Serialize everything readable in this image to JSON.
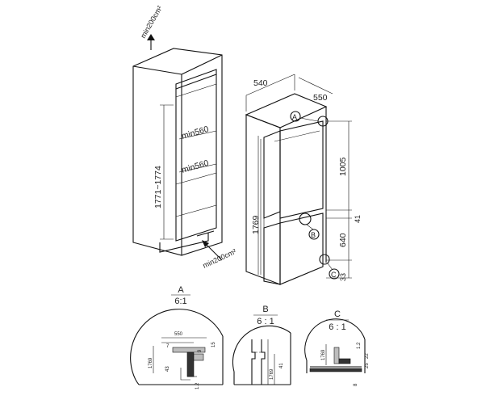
{
  "cabinet": {
    "vent_top": "min200cm²",
    "vent_bottom": "min200cm²",
    "height_range": "1771~1774",
    "depth_upper": "min560",
    "depth_lower": "min560"
  },
  "fridge": {
    "width": "540",
    "depth": "550",
    "height": "1769",
    "upper_door": "1005",
    "gap": "41",
    "lower_door": "640",
    "bottom_gap": "33",
    "callout_a": "A",
    "callout_b": "B",
    "callout_c": "C"
  },
  "details": {
    "a": {
      "title": "A",
      "scale": "6:1",
      "dim_550": "550",
      "dim_7": "7",
      "dim_9": "9",
      "dim_15": "15",
      "dim_1769": "1769",
      "dim_43": "43",
      "dim_12": "1.2"
    },
    "b": {
      "title": "B",
      "scale": "6 : 1",
      "dim_1769": "1769",
      "dim_41": "41"
    },
    "c": {
      "title": "C",
      "scale": "6 : 1",
      "dim_1769": "1769",
      "dim_12": "1.2",
      "dim_22": "22",
      "dim_25": "25",
      "dim_8": "8"
    }
  },
  "colors": {
    "line": "#111111",
    "fill_gray": "#bdbdbd",
    "background": "#ffffff"
  }
}
